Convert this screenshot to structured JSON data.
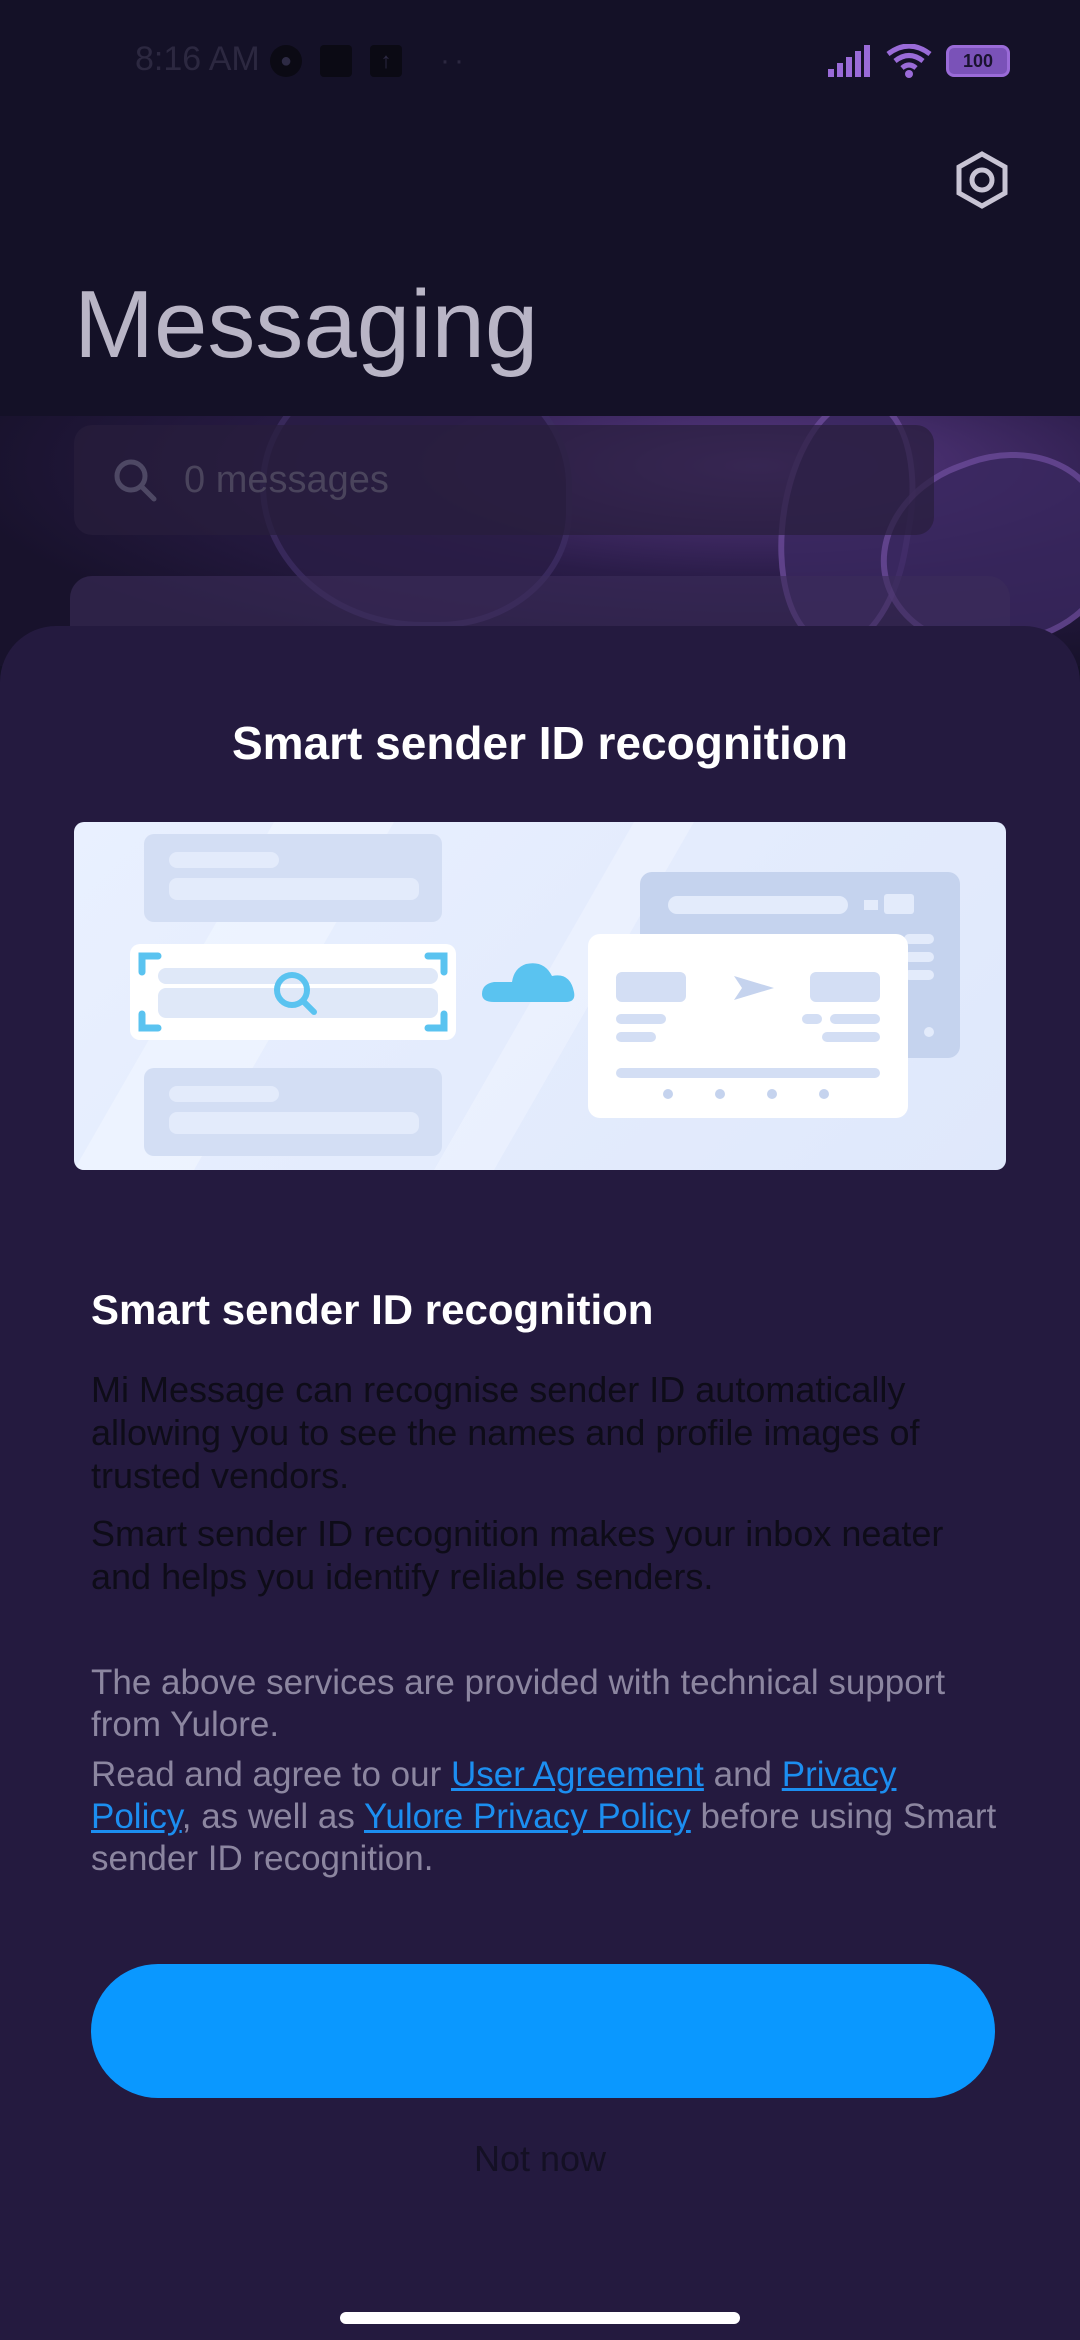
{
  "status_bar": {
    "time": "8:16 AM",
    "battery": "100",
    "icons": [
      "notification-icon",
      "app-icon",
      "upload-icon",
      "more-dots-icon",
      "signal-icon",
      "wifi-icon",
      "battery-icon"
    ]
  },
  "header": {
    "title": "Messaging",
    "settings_icon": "settings-icon"
  },
  "search": {
    "placeholder": "0 messages"
  },
  "dialog": {
    "title": "Smart sender ID recognition",
    "section_heading": "Smart sender ID recognition",
    "paragraph_1": "Mi Message can recognise sender ID automatically allowing you to see the names and profile images of trusted vendors.",
    "paragraph_2": "Smart sender ID recognition makes your inbox neater and helps you identify reliable senders.",
    "support_text": "The above services are provided with technical support from Yulore.",
    "agree_prefix": "Read and agree to our ",
    "link_user_agreement": "User Agreement",
    "agree_and": " and ",
    "link_privacy_policy": "Privacy Policy",
    "agree_as_well": ", as well as ",
    "link_yulore_privacy": "Yulore Privacy Policy",
    "agree_suffix": " before using Smart sender ID recognition.",
    "primary_button_label": "",
    "secondary_button_label": "Not now"
  },
  "colors": {
    "accent": "#0a98ff",
    "link": "#1c8ef0",
    "sheet_bg": "#241a3f"
  }
}
